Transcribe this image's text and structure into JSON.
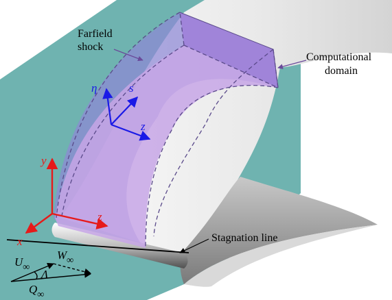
{
  "labels": {
    "farfield_line1": "Farfield",
    "farfield_line2": "shock",
    "computational_line1": "Computational",
    "computational_line2": "domain",
    "stagnation": "Stagnation line"
  },
  "local_axes": {
    "eta": "η",
    "s": "s",
    "z": "z"
  },
  "global_axes": {
    "x": "x",
    "y": "y",
    "z": "z"
  },
  "velocity": {
    "U": "U",
    "W": "W",
    "Q": "Q",
    "inf": "∞",
    "angle": "Λ"
  },
  "colors": {
    "plane": "#6fb3b0",
    "wing_light": "#f1f1f1",
    "wing_dark": "#8e8e8e",
    "shock_fill": "#8d88d6",
    "domain_fill": "#c7a6e6",
    "local_axes": "#1a1ae6",
    "global_axes": "#e61a1a",
    "arrow": "#6a4a9a"
  }
}
